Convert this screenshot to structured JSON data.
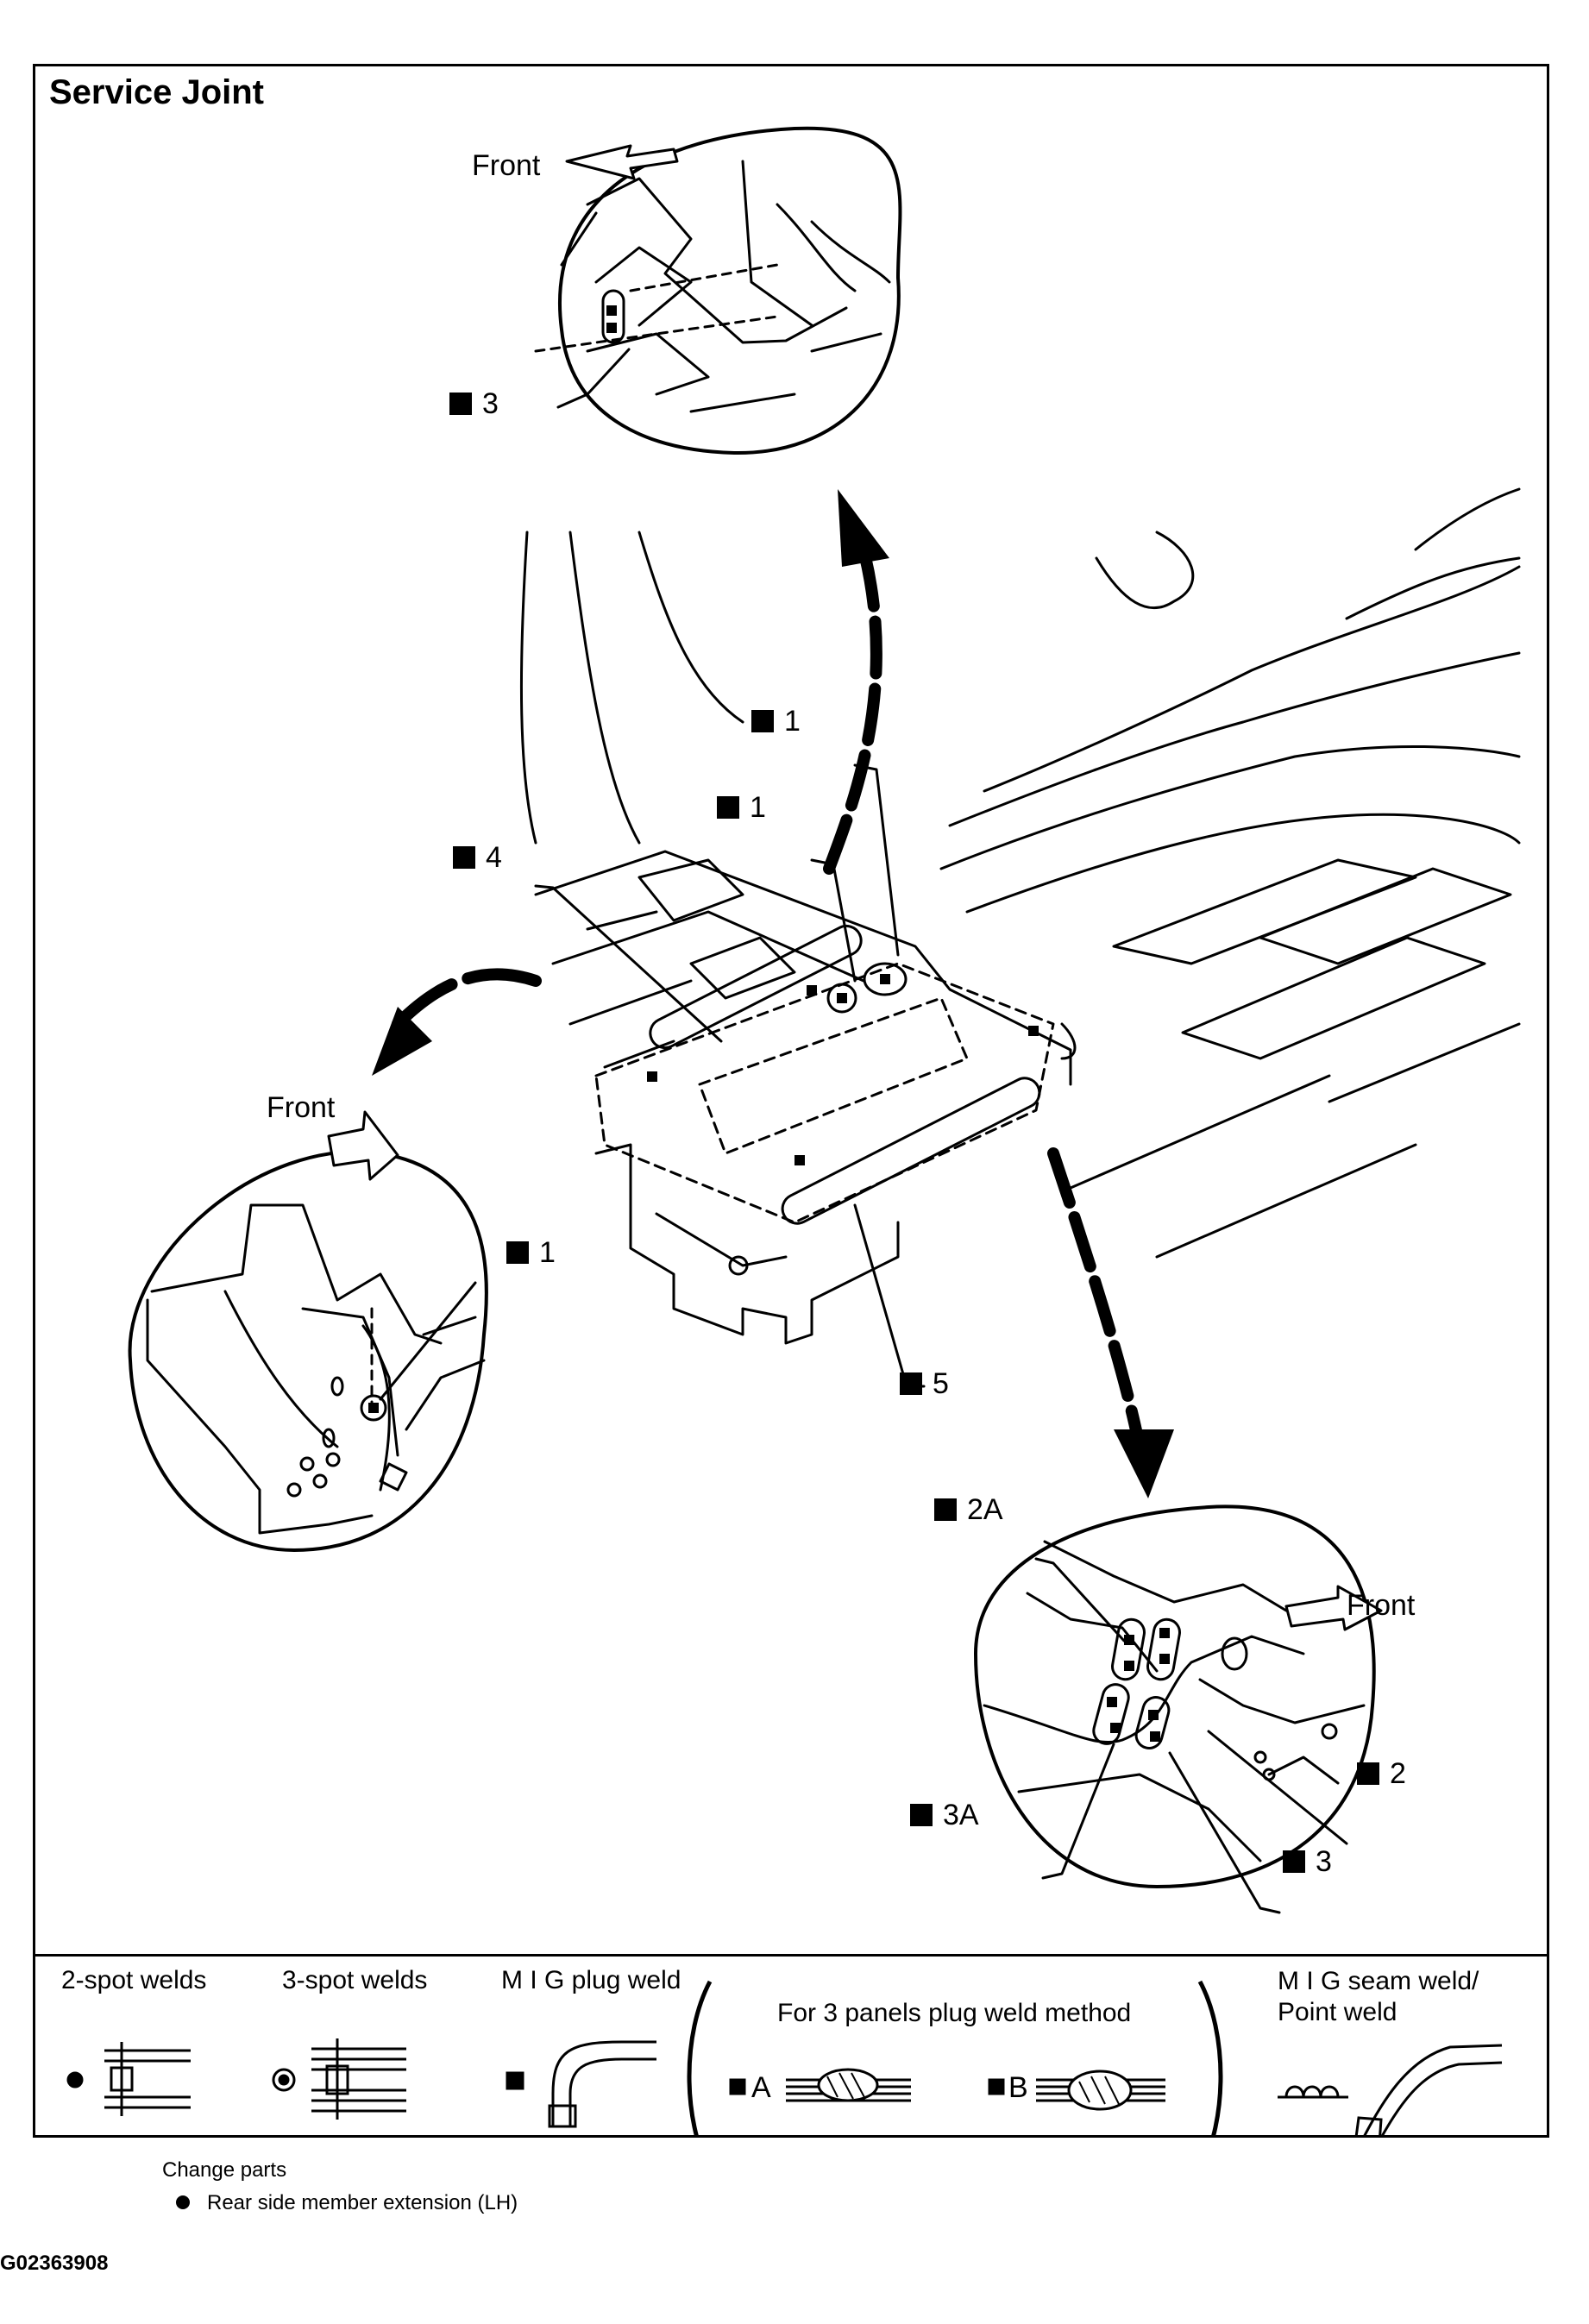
{
  "title": "Service Joint",
  "front_labels": [
    "Front",
    "Front",
    "Front"
  ],
  "callouts": {
    "top_3": "3",
    "main_1a": "1",
    "main_1b": "1",
    "main_4": "4",
    "main_5": "5",
    "left_1": "1",
    "br_2A": "2A",
    "br_2": "2",
    "br_3A": "3A",
    "br_3": "3"
  },
  "legend": {
    "spot2": "2-spot welds",
    "spot3": "3-spot welds",
    "mig_plug": "M I G plug weld",
    "three_panel": "For 3 panels plug weld method",
    "method_a": "A",
    "method_b": "B",
    "mig_seam": "M I G seam weld/\nPoint weld"
  },
  "footer": {
    "change_parts": "Change parts",
    "part": "Rear side member extension (LH)",
    "figure_id": "G02363908"
  }
}
